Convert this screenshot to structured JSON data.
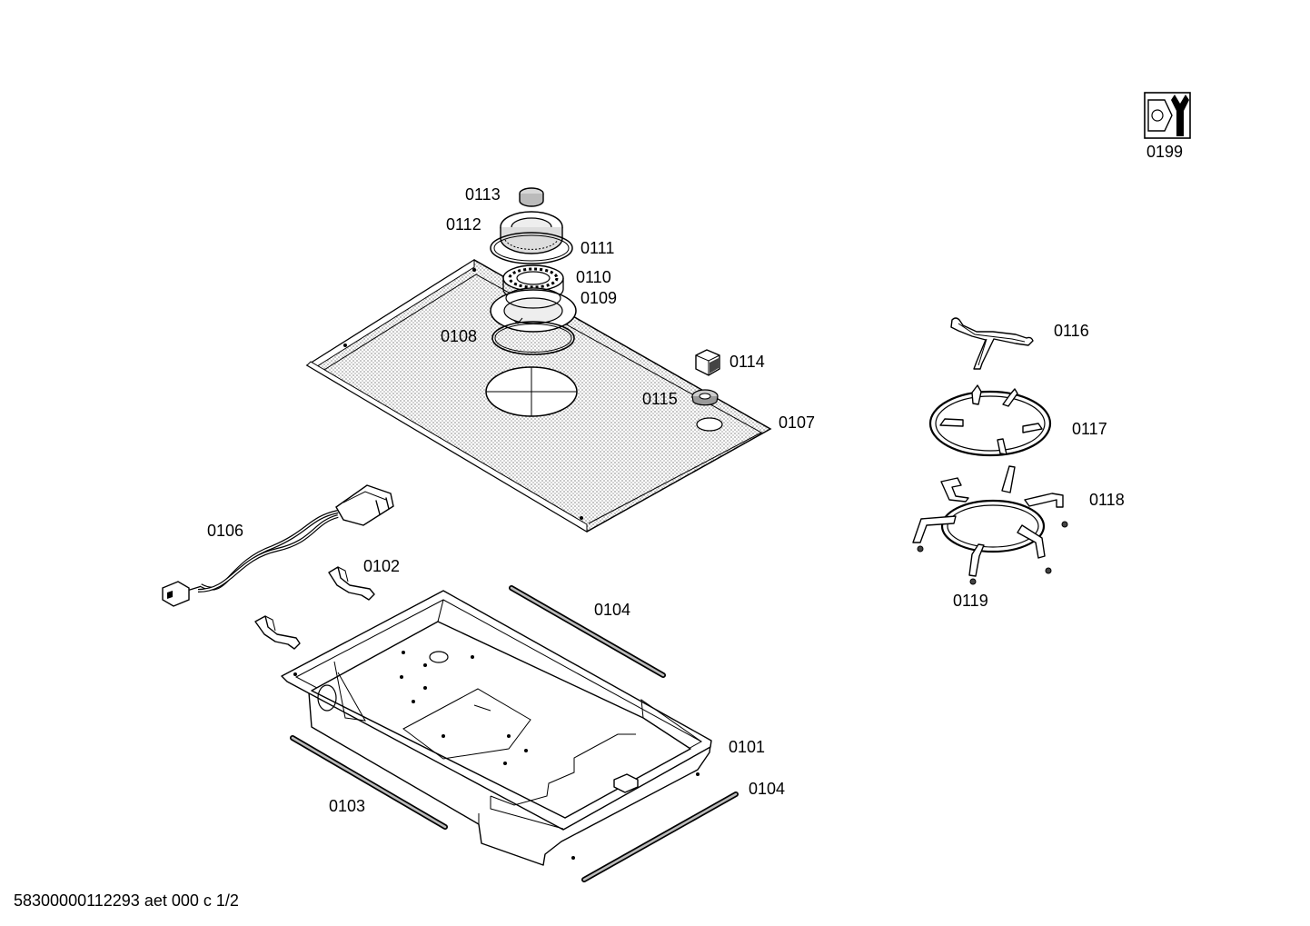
{
  "labels": {
    "p0199": "0199",
    "p0113": "0113",
    "p0112": "0112",
    "p0111": "0111",
    "p0110": "0110",
    "p0109": "0109",
    "p0108": "0108",
    "p0114": "0114",
    "p0115": "0115",
    "p0107": "0107",
    "p0116": "0116",
    "p0117": "0117",
    "p0118": "0118",
    "p0119": "0119",
    "p0106": "0106",
    "p0102": "0102",
    "p0104a": "0104",
    "p0104b": "0104",
    "p0101": "0101",
    "p0103": "0103"
  },
  "footer": "58300000112293 aet 000 c 1/2",
  "icons": {
    "service_tool": "nut-and-wrench-icon"
  }
}
